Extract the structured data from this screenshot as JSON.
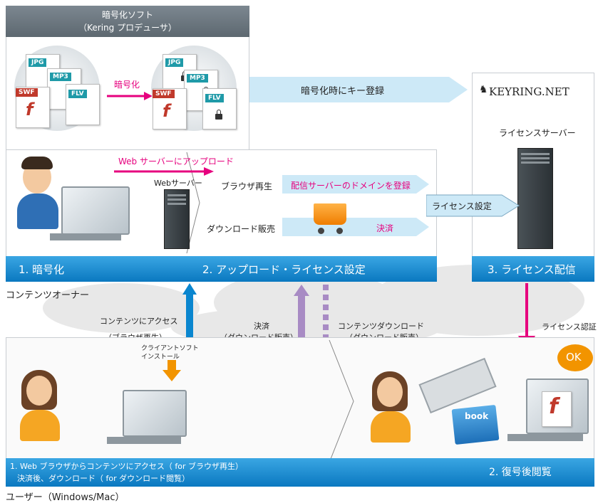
{
  "encryption_software": {
    "title": "暗号化ソフト",
    "subtitle": "（Kering プロデューサ）"
  },
  "file_tags": {
    "jpg": "JPG",
    "mp3": "MP3",
    "swf": "SWF",
    "flv": "FLV"
  },
  "encrypt_label": "暗号化",
  "key_register_label": "暗号化時にキー登録",
  "keyring_logo": "KEYRING.NET",
  "license_server_label": "ライセンスサーバー",
  "owner_panel": {
    "upload_label": "Web サーバーにアップロード",
    "web_server_label": "Webサーバー",
    "browser_play_label": "ブラウザ再生",
    "register_domain_label": "配信サーバーのドメインを登録",
    "download_sale_label": "ダウンロード販売",
    "payment_label": "決済",
    "license_setting_label": "ライセンス設定"
  },
  "bars": {
    "encrypt": "1. 暗号化",
    "upload_license": "2. アップロード・ライセンス設定",
    "license_delivery": "3. ライセンス配信"
  },
  "content_owner_label": "コンテンツオーナー",
  "flows": {
    "access": "コンテンツにアクセス",
    "access_sub": "（ブラウザ再生）",
    "payment": "決済",
    "payment_sub": "（ダウンロード販売）",
    "download": "コンテンツダウンロード",
    "download_sub": "（ダウンロード販売）",
    "license_auth": "ライセンス認証"
  },
  "user_panel": {
    "client_install_line1": "クライアントソフト",
    "client_install_line2": "インストール",
    "book_label": "book",
    "ok_label": "OK",
    "step1_line1": "1. Web ブラウザからコンテンツにアクセス（ for ブラウザ再生）",
    "step1_line2": "決済後、ダウンロード（ for ダウンロード閲覧）",
    "step2": "2. 復号後閲覧"
  },
  "user_label": "ユーザー（Windows/Mac）",
  "colors": {
    "accent_blue": "#0a86cf",
    "magenta": "#e6007e",
    "purple": "#a88bc4",
    "light_blue": "#cde9f7"
  }
}
